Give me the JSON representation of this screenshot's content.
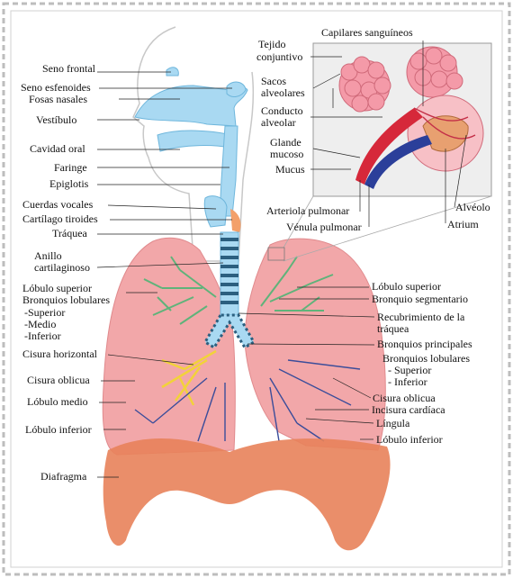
{
  "labels": {
    "seno_frontal": "Seno frontal",
    "seno_esfenoides": "Seno esfenoides",
    "fosas_nasales": "Fosas nasales",
    "vestibulo": "Vestíbulo",
    "cavidad_oral": "Cavidad oral",
    "faringe": "Faringe",
    "epiglotis": "Epiglotis",
    "cuerdas_vocales": "Cuerdas vocales",
    "cartilago_tiroides": "Cartílago tiroides",
    "traquea": "Tráquea",
    "anillo_1": "Anillo",
    "anillo_2": "cartilaginoso",
    "lobulo_superior_izq": "Lóbulo superior",
    "bronquios_lobulares_izq": "Bronquios lobulares",
    "superior_izq": "-Superior",
    "medio_izq": "-Medio",
    "inferior_izq": "-Inferior",
    "cisura_horizontal": "Cisura horizontal",
    "cisura_oblicua_izq": "Cisura oblicua",
    "lobulo_medio": "Lóbulo medio",
    "lobulo_inferior_izq": "Lóbulo inferior",
    "diafragma": "Diafragma",
    "tejido_1": "Tejido",
    "tejido_2": "conjuntivo",
    "capilares": "Capilares sanguíneos",
    "sacos_1": "Sacos",
    "sacos_2": "alveolares",
    "conducto_1": "Conducto",
    "conducto_2": "alveolar",
    "glande_1": "Glande",
    "glande_2": "mucoso",
    "mucus": "Mucus",
    "arteriola": "Arteriola pulmonar",
    "venula": "Vénula pulmonar",
    "alveolo": "Alvéolo",
    "atrium": "Atrium",
    "lobulo_superior_der": "Lóbulo superior",
    "bronquio_segmentario": "Bronquio segmentario",
    "recubrimiento_1": "Recubrimiento de la",
    "recubrimiento_2": "tráquea",
    "bronquios_principales": "Bronquios principales",
    "bronquios_lobulares_der": "Bronquios lobulares",
    "superior_der": "- Superior",
    "inferior_der": "- Inferior",
    "cisura_oblicua_der": "Cisura oblicua",
    "incisura_cardiaca": "Incisura cardíaca",
    "lingula": "Língula",
    "lobulo_inferior_der": "Lóbulo inferior"
  },
  "colors": {
    "airway": "#a9d9f2",
    "lung": "#f2a7a9",
    "diaphragm": "#e8825a",
    "green_label": "#2e8b2e",
    "yellow_label": "#e8d21e",
    "blue_label": "#1a2a8c"
  }
}
